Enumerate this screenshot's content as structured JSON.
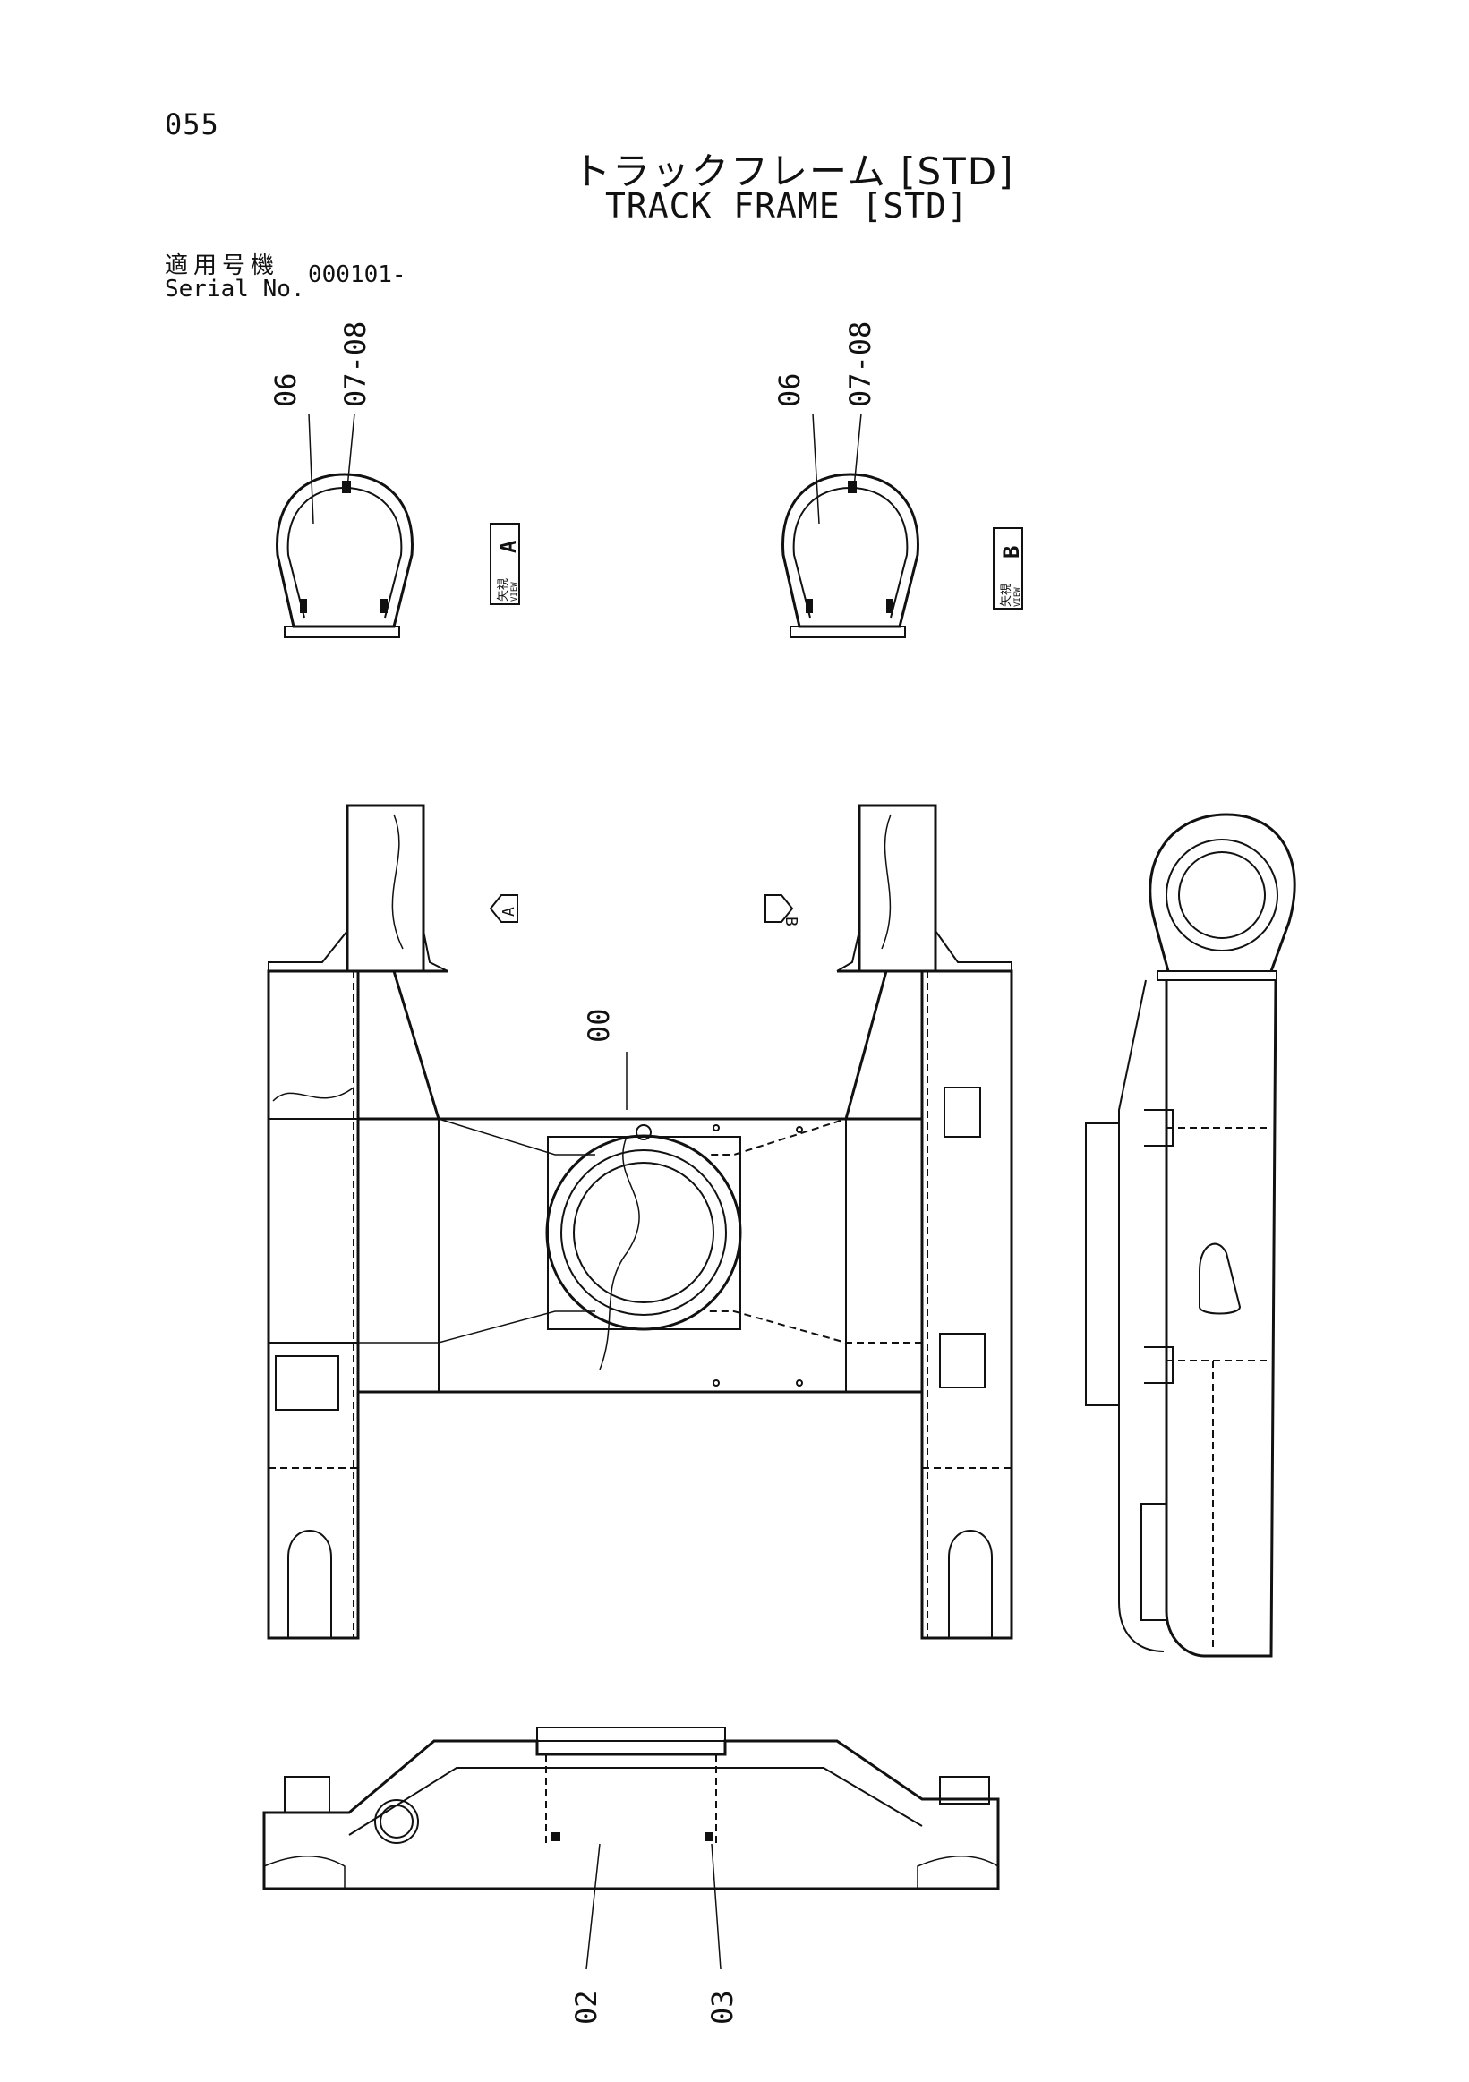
{
  "page": {
    "number": "055"
  },
  "title": {
    "jp": "トラックフレーム [STD]",
    "en": "TRACK FRAME [STD]"
  },
  "serial": {
    "label_jp": "適用号機",
    "label_en": "Serial No.",
    "value": "000101-"
  },
  "callouts": {
    "c06a": "06",
    "c0708a": "07-08",
    "c06b": "06",
    "c0708b": "07-08",
    "c00": "00",
    "c02": "02",
    "c03": "03"
  },
  "views": {
    "a": {
      "jp": "矢視",
      "en": "VIEW",
      "letter": "A"
    },
    "b": {
      "jp": "矢視",
      "en": "VIEW",
      "letter": "B"
    },
    "arrow_a": "A",
    "arrow_b": "B"
  }
}
